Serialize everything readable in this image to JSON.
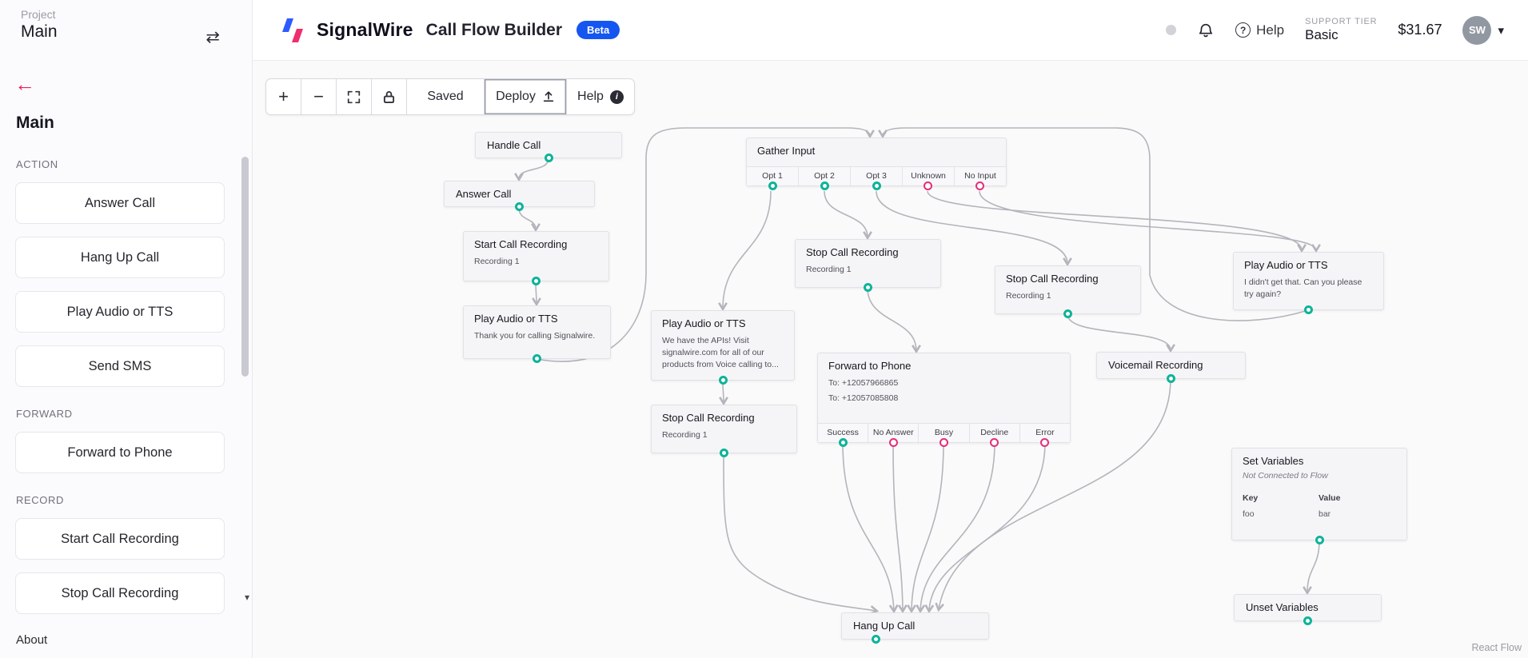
{
  "header": {
    "project_label": "Project",
    "project_name": "Main",
    "brand": "SignalWire",
    "app_title": "Call Flow Builder",
    "beta_badge": "Beta",
    "help_label": "Help",
    "support_tier_label": "SUPPORT TIER",
    "support_tier_value": "Basic",
    "balance": "$31.67",
    "avatar_initials": "SW",
    "chevron_down": "▾"
  },
  "icons": {
    "swap": "⇄",
    "back_arrow": "←",
    "plus": "+",
    "minus": "−",
    "scroll_down": "▾"
  },
  "sidebar": {
    "flow_title": "Main",
    "sections": [
      {
        "label": "ACTION",
        "items": [
          "Answer Call",
          "Hang Up Call",
          "Play Audio or TTS",
          "Send SMS"
        ]
      },
      {
        "label": "FORWARD",
        "items": [
          "Forward to Phone"
        ]
      },
      {
        "label": "RECORD",
        "items": [
          "Start Call Recording",
          "Stop Call Recording"
        ]
      }
    ],
    "about_label": "About"
  },
  "toolbar": {
    "saved_label": "Saved",
    "deploy_label": "Deploy",
    "help_label": "Help"
  },
  "canvas": {
    "attribution": "React Flow",
    "nodes": {
      "handle_call": {
        "title": "Handle Call"
      },
      "answer_call": {
        "title": "Answer Call"
      },
      "start_recording": {
        "title": "Start Call Recording",
        "body": "Recording 1"
      },
      "play_tts_welcome": {
        "title": "Play Audio or TTS",
        "body": "Thank you for calling Signalwire."
      },
      "gather_input": {
        "title": "Gather Input",
        "outputs": [
          "Opt 1",
          "Opt 2",
          "Opt 3",
          "Unknown",
          "No Input"
        ]
      },
      "play_tts_menu": {
        "title": "Play Audio or TTS",
        "body": "We have the APIs! Visit signalwire.com for all of our products from Voice calling to..."
      },
      "stop_recording_1": {
        "title": "Stop Call Recording",
        "body": "Recording 1"
      },
      "stop_recording_2": {
        "title": "Stop Call Recording",
        "body": "Recording 1"
      },
      "play_tts_retry": {
        "title": "Play Audio or TTS",
        "body": "I didn't get that. Can you please try again?"
      },
      "stop_recording_3": {
        "title": "Stop Call Recording",
        "body": "Recording 1"
      },
      "forward_phone": {
        "title": "Forward to Phone",
        "line1": "To: +12057966865",
        "line2": "To: +12057085808",
        "outputs": [
          "Success",
          "No Answer",
          "Busy",
          "Decline",
          "Error"
        ]
      },
      "voicemail": {
        "title": "Voicemail Recording"
      },
      "set_variables": {
        "title": "Set Variables",
        "note": "Not Connected to Flow",
        "key_header": "Key",
        "value_header": "Value",
        "key": "foo",
        "value": "bar"
      },
      "unset_variables": {
        "title": "Unset Variables"
      },
      "hang_up": {
        "title": "Hang Up Call"
      }
    }
  },
  "colors": {
    "accent_pink": "#ed1e5b",
    "beta_blue": "#1556f0",
    "handle_connected": "#0db39a",
    "handle_unconnected": "#e62c7a",
    "edge_gray": "#b4b4bc"
  }
}
